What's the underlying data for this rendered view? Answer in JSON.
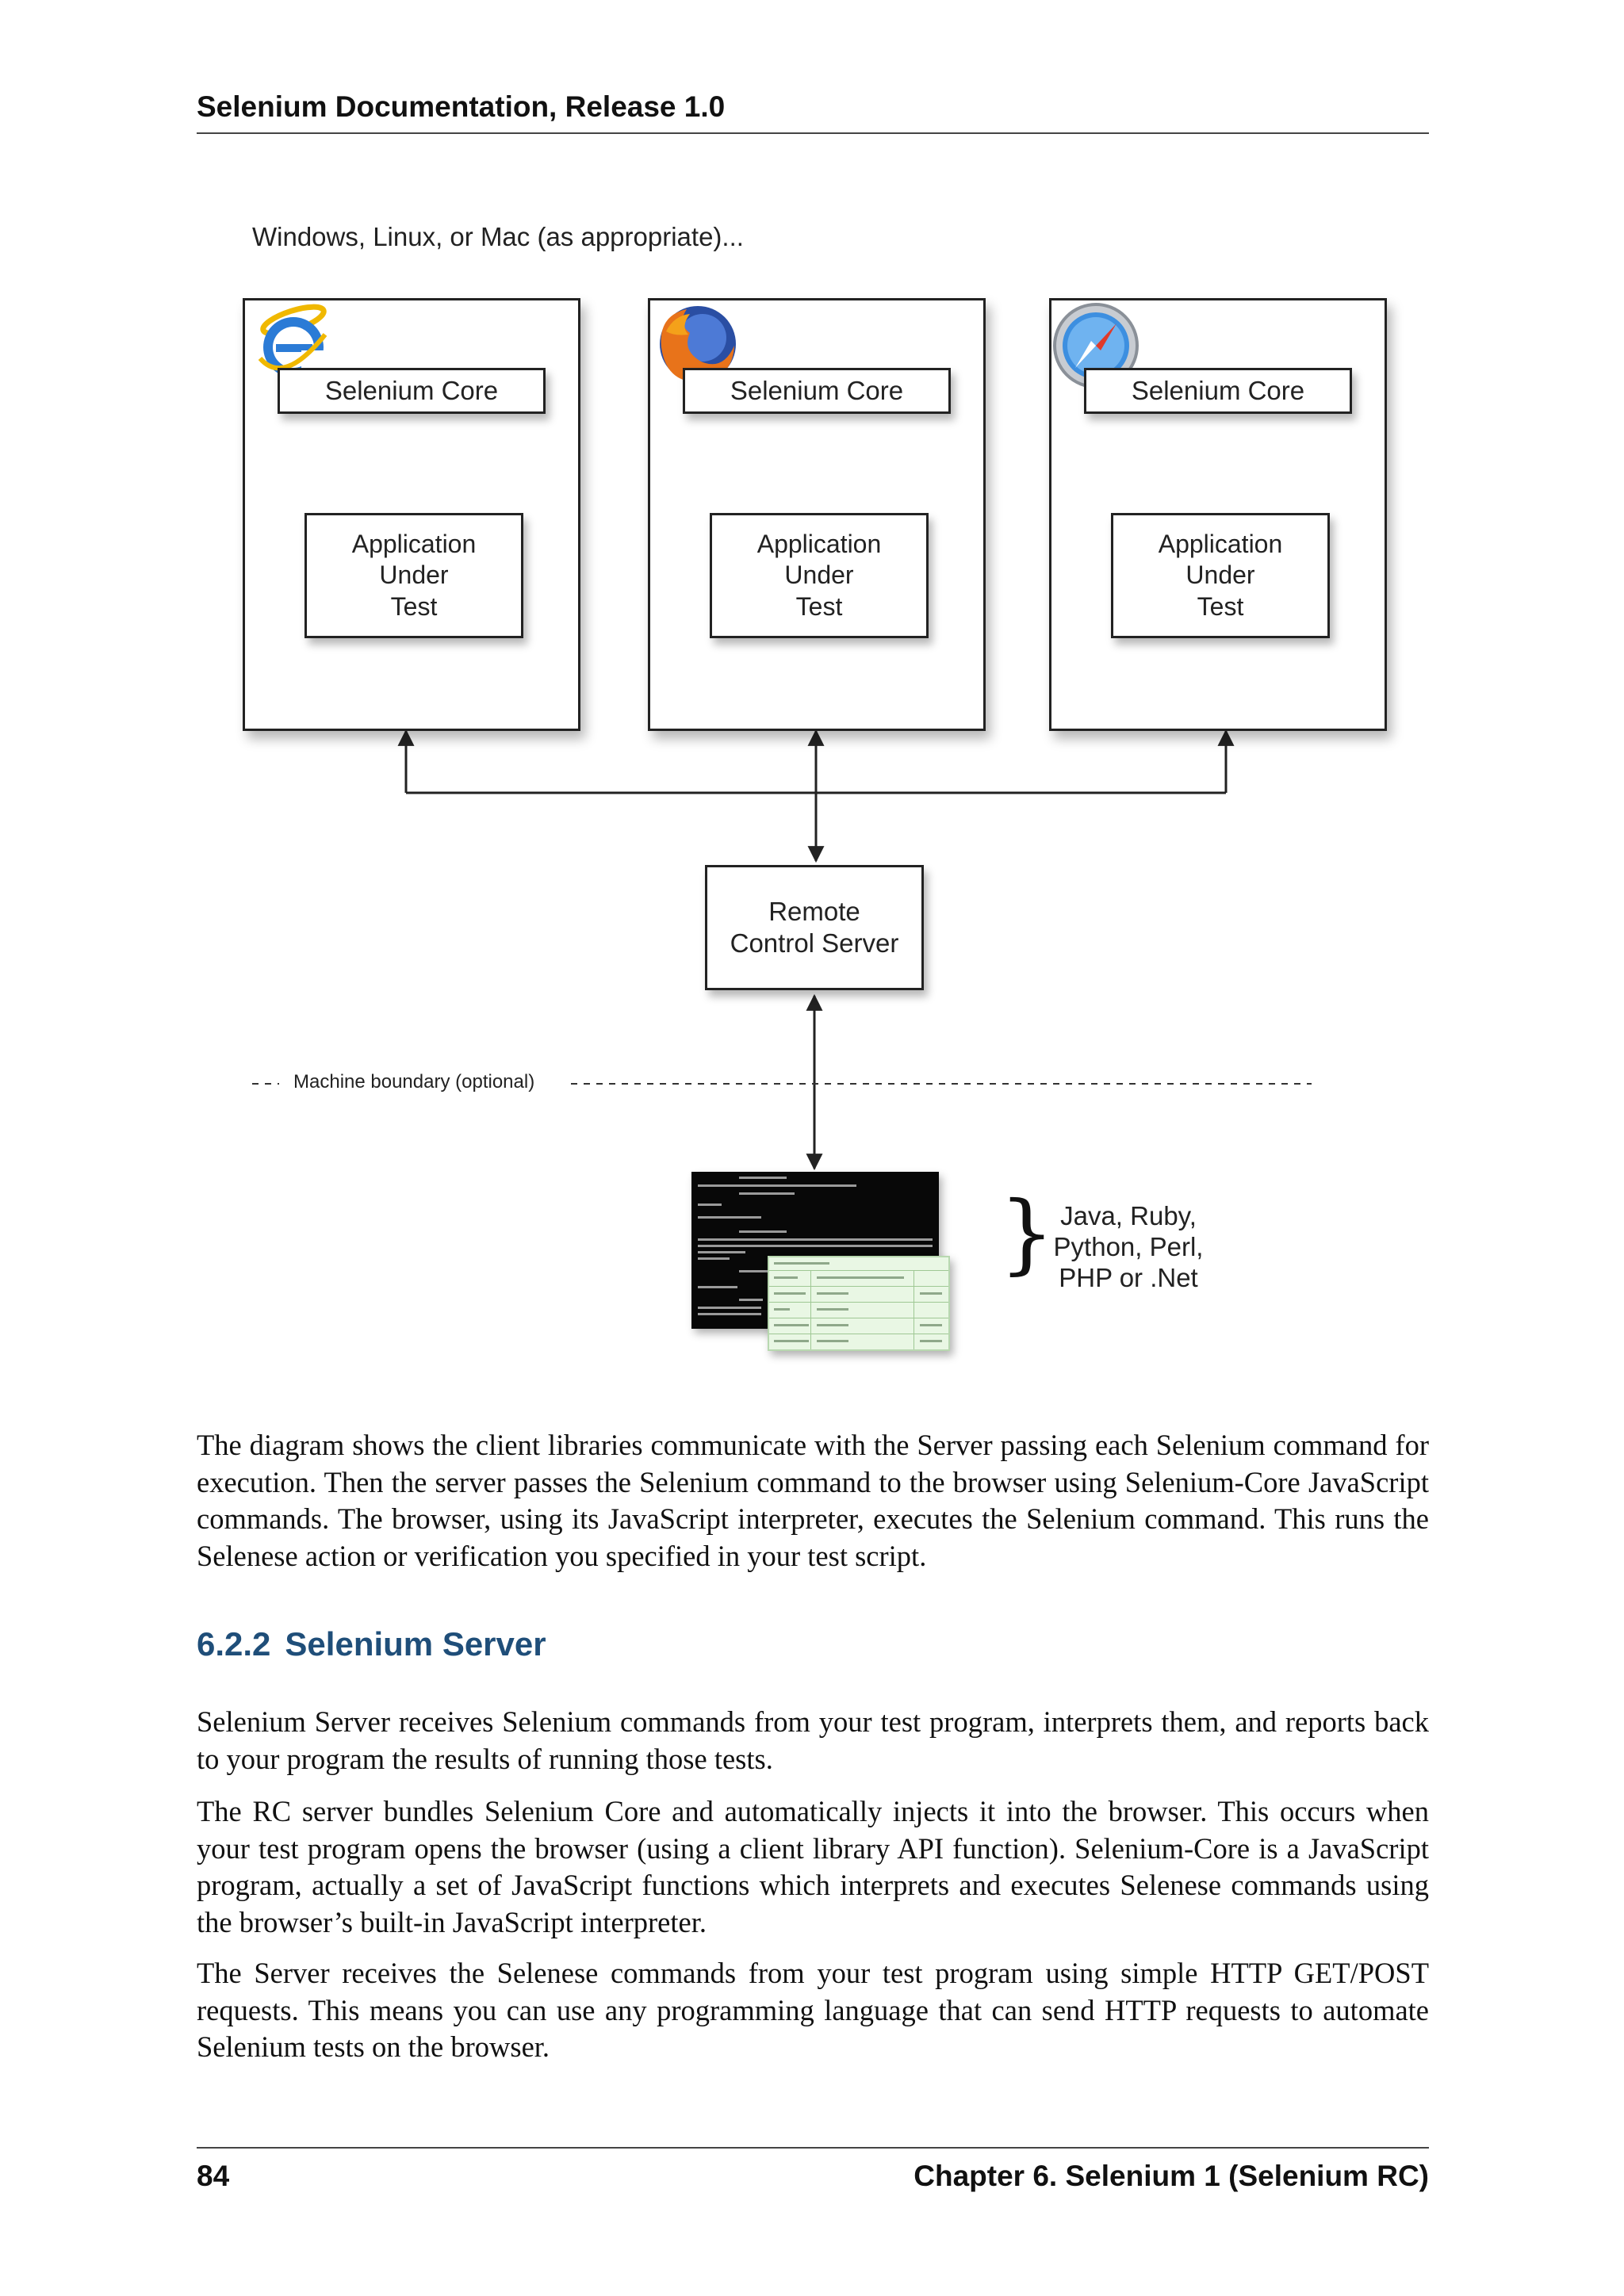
{
  "header": {
    "running_title": "Selenium Documentation, Release 1.0"
  },
  "diagram": {
    "os_caption": "Windows, Linux, or Mac (as appropriate)...",
    "browsers": [
      {
        "icon": "internet-explorer-icon",
        "core_label": "Selenium Core",
        "aut_lines": [
          "Application",
          "Under",
          "Test"
        ]
      },
      {
        "icon": "firefox-icon",
        "core_label": "Selenium Core",
        "aut_lines": [
          "Application",
          "Under",
          "Test"
        ]
      },
      {
        "icon": "safari-icon",
        "core_label": "Selenium Core",
        "aut_lines": [
          "Application",
          "Under",
          "Test"
        ]
      }
    ],
    "server_lines": [
      "Remote",
      "Control Server"
    ],
    "boundary_label": "Machine boundary (optional)",
    "languages_lines": [
      "Java, Ruby,",
      "Python, Perl,",
      "PHP or .Net"
    ],
    "colors": {
      "stroke": "#222222",
      "terminal_bg": "#080808",
      "table_bg": "#e9f7e4"
    }
  },
  "body": {
    "para1": "The diagram shows the client libraries communicate with the Server passing each Selenium command for execution.  Then the server passes the Selenium command to the browser using Selenium-Core JavaScript commands. The browser, using its JavaScript interpreter, executes the Selenium command. This runs the Selenese action or verification you specified in your test script.",
    "section": {
      "number": "6.2.2",
      "title": "Selenium Server",
      "color": "#1f4e79"
    },
    "para2": "Selenium Server receives Selenium commands from your test program, interprets them, and reports back to your program the results of running those tests.",
    "para3": "The RC server bundles Selenium Core and automatically injects it into the browser. This occurs when your test program opens the browser (using a client library API function). Selenium-Core is a JavaScript program, actually a set of JavaScript functions which interprets and executes Selenese commands using the browser’s built-in JavaScript interpreter.",
    "para4": "The Server receives the Selenese commands from your test program using simple HTTP GET/POST requests. This means you can use any programming language that can send HTTP requests to automate Selenium tests on the browser."
  },
  "footer": {
    "page_number": "84",
    "chapter": "Chapter 6.  Selenium 1 (Selenium RC)"
  }
}
